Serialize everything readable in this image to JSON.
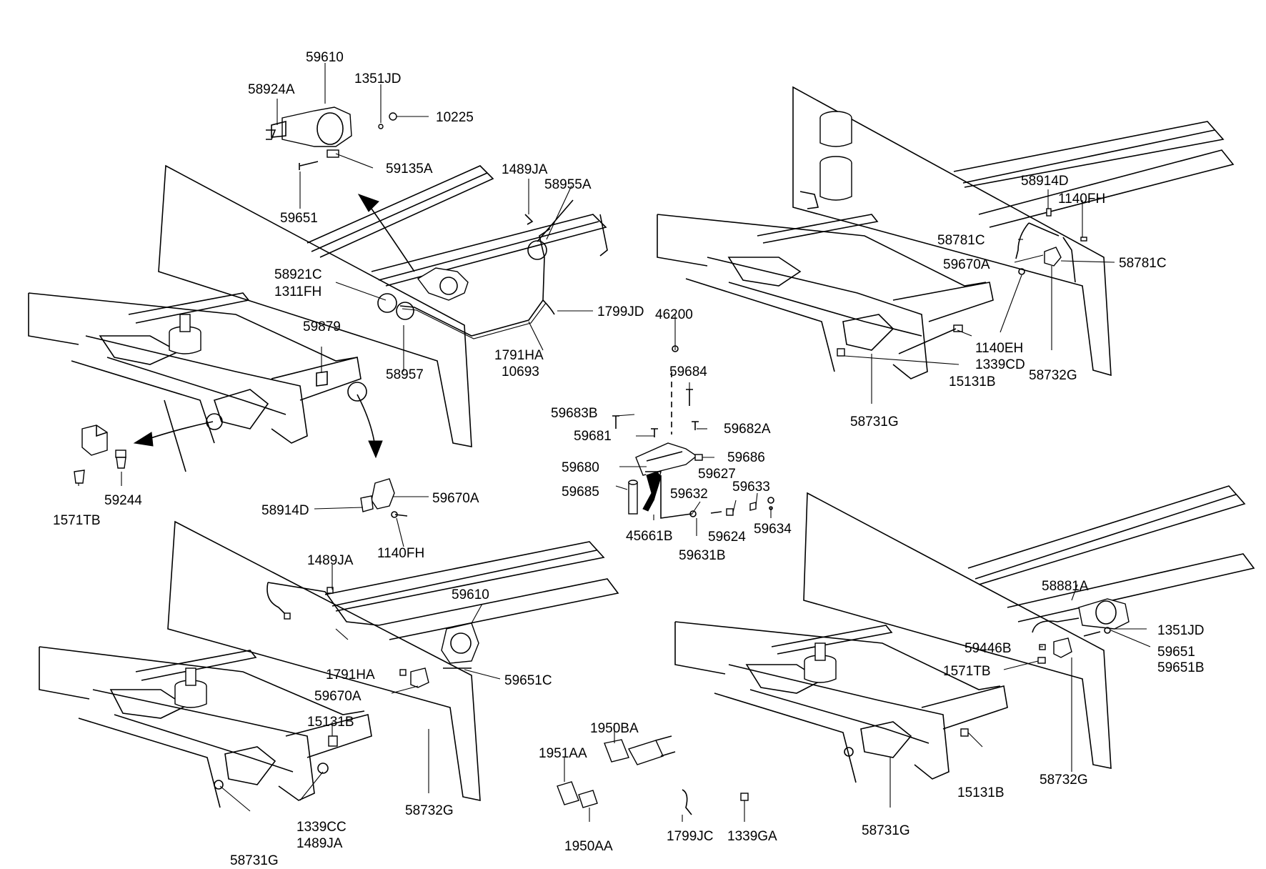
{
  "labels": {
    "l_59610_top": "59610",
    "l_58924A": "58924A",
    "l_1351JD_top": "1351JD",
    "l_10225": "10225",
    "l_59135A": "59135A",
    "l_59651_top": "59651",
    "l_1489JA_top": "1489JA",
    "l_58955A": "58955A",
    "l_58921C": "58921C",
    "l_1311FH": "1311FH",
    "l_1799JD": "1799JD",
    "l_59879": "59879",
    "l_58957": "58957",
    "l_1791HA_top": "1791HA",
    "l_10693": "10693",
    "l_59244": "59244",
    "l_1571TB_left": "1571TB",
    "l_59670A_left": "59670A",
    "l_58914D_left": "58914D",
    "l_1140FH_left": "1140FH",
    "l_46200": "46200",
    "l_59684": "59684",
    "l_59683B": "59683B",
    "l_59682A": "59682A",
    "l_59681": "59681",
    "l_59686": "59686",
    "l_59680": "59680",
    "l_59627": "59627",
    "l_59685": "59685",
    "l_59632": "59632",
    "l_59633": "59633",
    "l_45661B": "45661B",
    "l_59624": "59624",
    "l_59634": "59634",
    "l_59631B": "59631B",
    "l_58914D_right": "58914D",
    "l_1140FH_right": "1140FH",
    "l_58781C_a": "58781C",
    "l_59670A_right": "59670A",
    "l_58781C_b": "58781C",
    "l_1140EH": "1140EH",
    "l_1339CD": "1339CD",
    "l_15131B_tr": "15131B",
    "l_58732G_tr": "58732G",
    "l_58731G_tr": "58731G",
    "l_1489JA_bl": "1489JA",
    "l_59610_bl": "59610",
    "l_1791HA_bl": "1791HA",
    "l_59651C": "59651C",
    "l_59670A_bl": "59670A",
    "l_15131B_bl": "15131B",
    "l_58732G_bl": "58732G",
    "l_1339CC": "1339CC",
    "l_1489JA_bl2": "1489JA",
    "l_58731G_bl": "58731G",
    "l_1950BA": "1950BA",
    "l_1951AA": "1951AA",
    "l_1950AA": "1950AA",
    "l_1799JC": "1799JC",
    "l_1339GA": "1339GA",
    "l_58881A": "58881A",
    "l_1351JD_br": "1351JD",
    "l_59446B": "59446B",
    "l_59651_br": "59651",
    "l_59651B": "59651B",
    "l_1571TB_br": "1571TB",
    "l_15131B_br": "15131B",
    "l_58732G_br": "58732G",
    "l_58731G_br": "58731G"
  }
}
